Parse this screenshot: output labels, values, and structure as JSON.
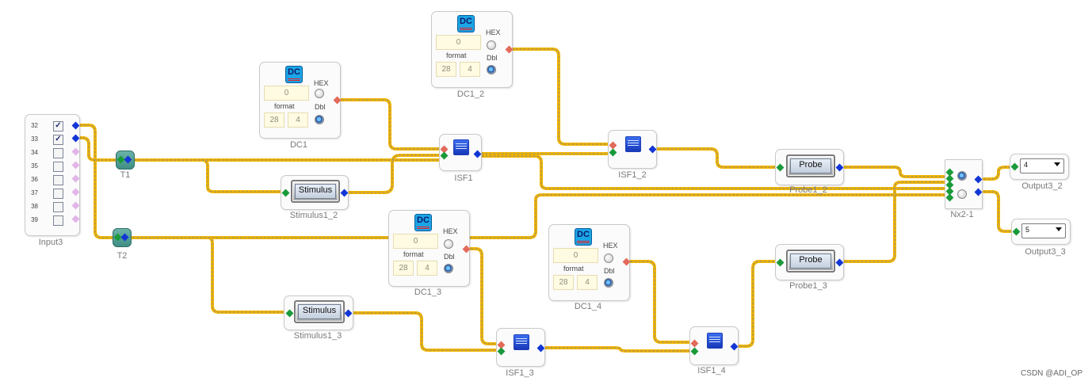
{
  "input3": {
    "caption": "Input3",
    "rows": [
      {
        "num": "32",
        "checked": true
      },
      {
        "num": "33",
        "checked": true
      },
      {
        "num": "34",
        "checked": false
      },
      {
        "num": "35",
        "checked": false
      },
      {
        "num": "36",
        "checked": false
      },
      {
        "num": "37",
        "checked": false
      },
      {
        "num": "38",
        "checked": false
      },
      {
        "num": "39",
        "checked": false
      }
    ],
    "check_mark": "✓"
  },
  "nodes": {
    "t1": "T1",
    "t2": "T2"
  },
  "dc_blocks": {
    "dc1": {
      "caption": "DC1",
      "icon_label": "DC",
      "value": "0",
      "format_label": "format",
      "width": "28",
      "decimals": "4",
      "hex_label": "HEX",
      "dbl_label": "Dbl"
    },
    "dc1_2": {
      "caption": "DC1_2",
      "icon_label": "DC",
      "value": "0",
      "format_label": "format",
      "width": "28",
      "decimals": "4",
      "hex_label": "HEX",
      "dbl_label": "Dbl"
    },
    "dc1_3": {
      "caption": "DC1_3",
      "icon_label": "DC",
      "value": "0",
      "format_label": "format",
      "width": "28",
      "decimals": "4",
      "hex_label": "HEX",
      "dbl_label": "Dbl"
    },
    "dc1_4": {
      "caption": "DC1_4",
      "icon_label": "DC",
      "value": "0",
      "format_label": "format",
      "width": "28",
      "decimals": "4",
      "hex_label": "HEX",
      "dbl_label": "Dbl"
    }
  },
  "stimulus_blocks": {
    "stimulus1_2": {
      "caption": "Stimulus1_2",
      "label": "Stimulus"
    },
    "stimulus1_3": {
      "caption": "Stimulus1_3",
      "label": "Stimulus"
    }
  },
  "isf_blocks": {
    "isf1": {
      "caption": "ISF1"
    },
    "isf1_2": {
      "caption": "ISF1_2"
    },
    "isf1_3": {
      "caption": "ISF1_3"
    },
    "isf1_4": {
      "caption": "ISF1_4"
    }
  },
  "probe_blocks": {
    "probe1_2": {
      "caption": "Probe1_2",
      "label": "Probe"
    },
    "probe1_3": {
      "caption": "Probe1_3",
      "label": "Probe"
    }
  },
  "mux": {
    "caption": "Nx2-1"
  },
  "outputs": {
    "output3_2": {
      "caption": "Output3_2",
      "value": "4"
    },
    "output3_3": {
      "caption": "Output3_3",
      "value": "5"
    }
  },
  "colors": {
    "wire": "#f0b400",
    "wire_dash": "#8a8a8a",
    "pin_in": "#1a9a3a",
    "pin_out": "#1236d6",
    "pin_dc": "#e36a5a"
  },
  "watermark": "CSDN @ADI_OP"
}
